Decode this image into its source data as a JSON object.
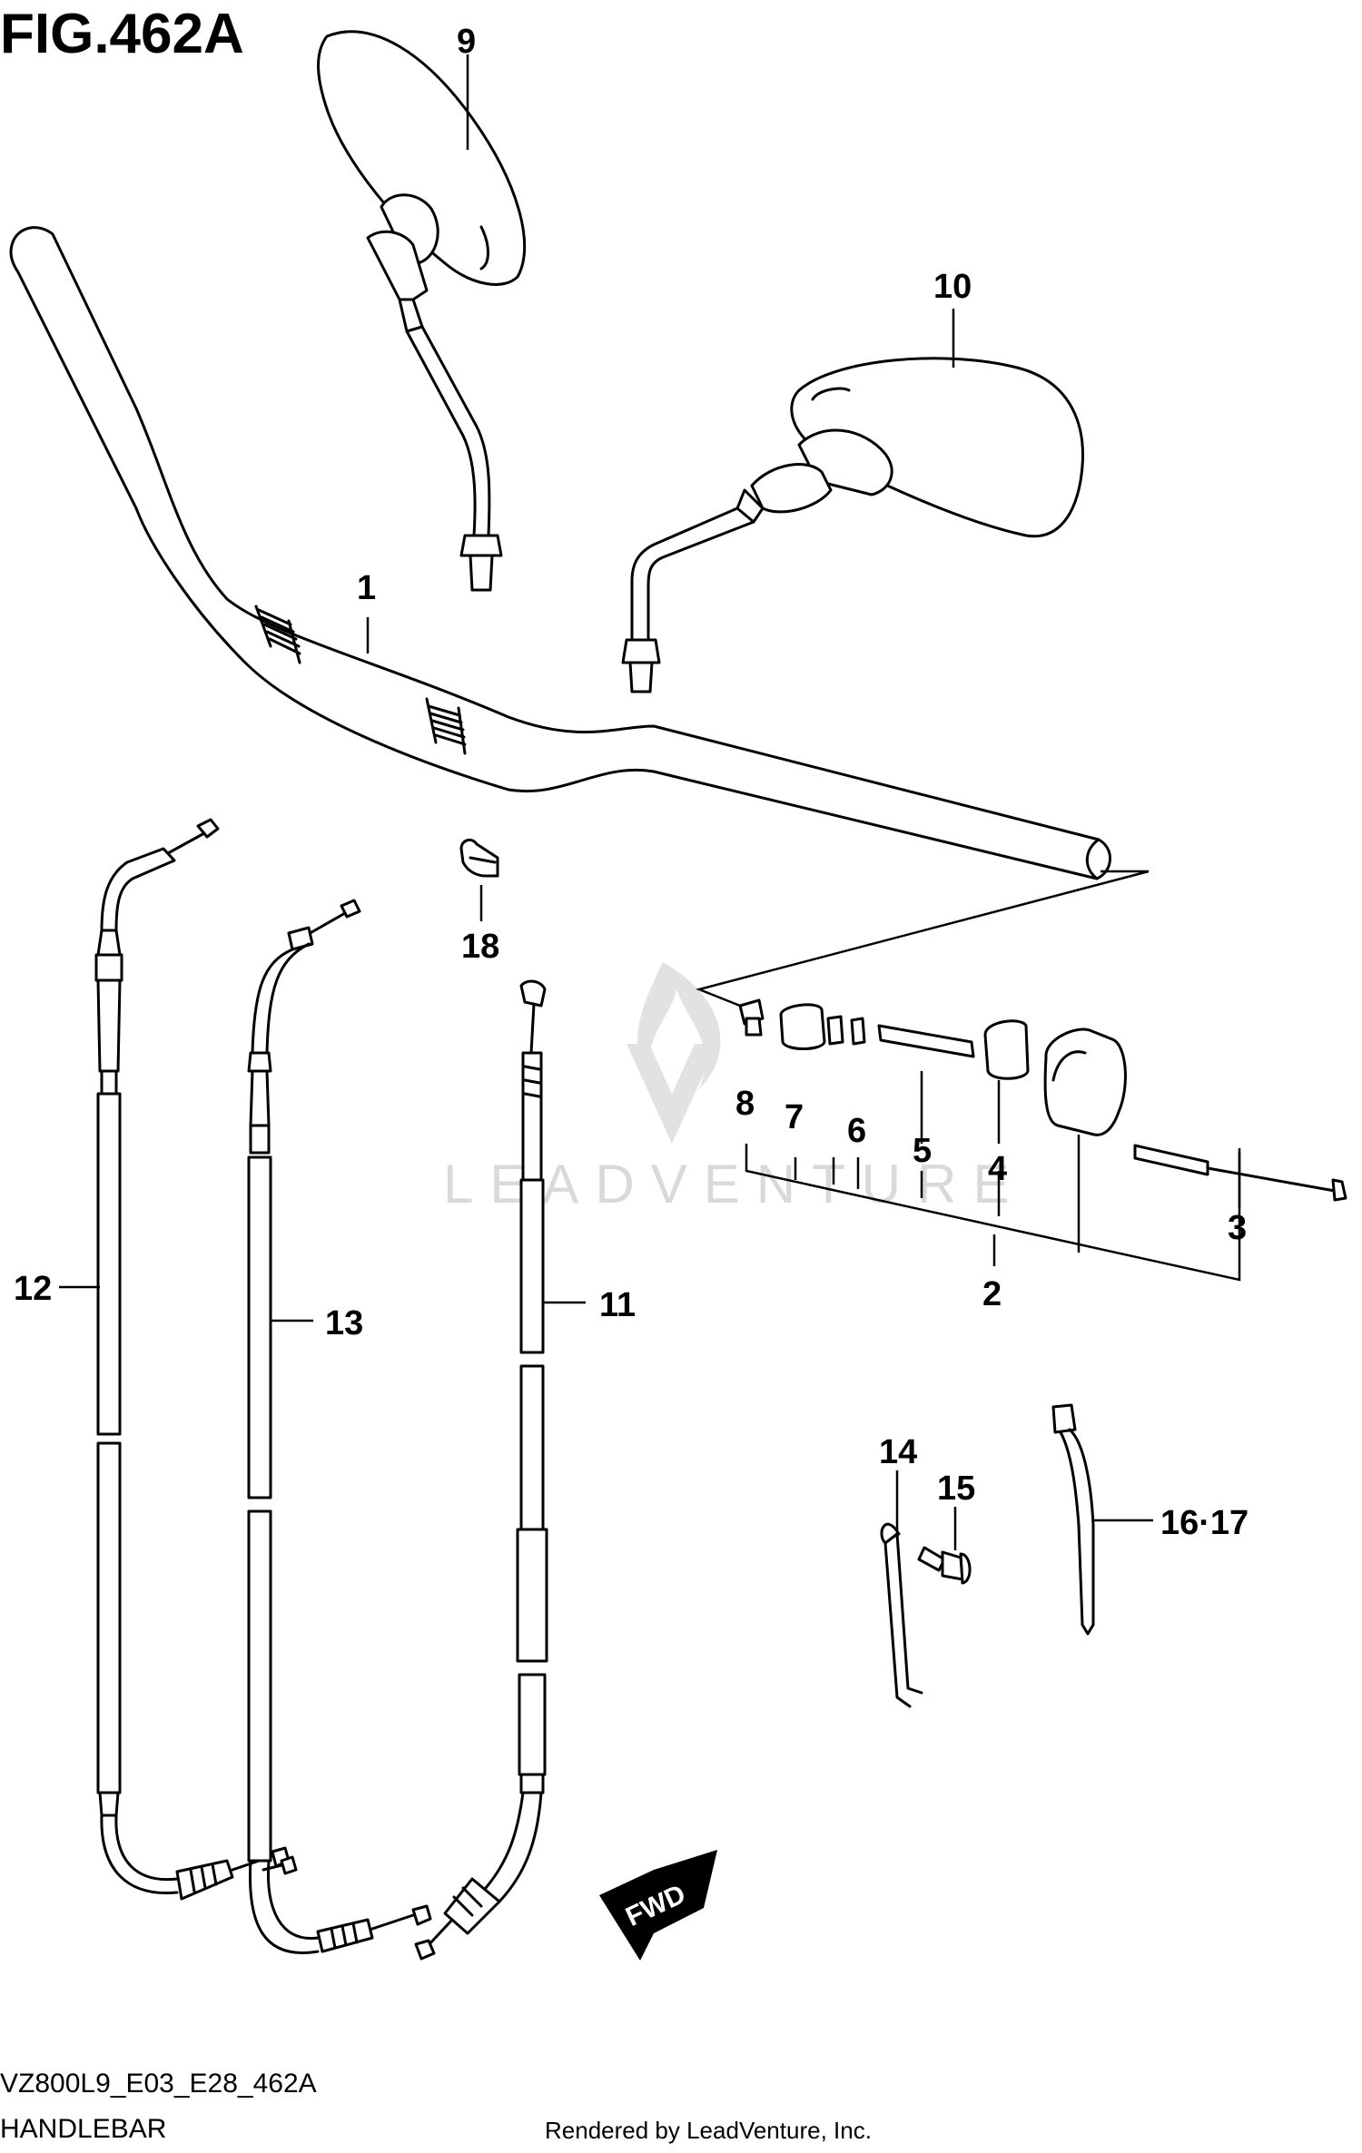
{
  "figure": {
    "title": "FIG.462A",
    "code": "VZ800L9_E03_E28_462A",
    "name": "HANDLEBAR",
    "rendered_by": "Rendered by LeadVenture, Inc.",
    "watermark": "LEADVENTURE",
    "fwd_label": "FWD"
  },
  "callouts": {
    "c1": "1",
    "c2": "2",
    "c3": "3",
    "c4": "4",
    "c5": "5",
    "c6": "6",
    "c7": "7",
    "c8": "8",
    "c9": "9",
    "c10": "10",
    "c11": "11",
    "c12": "12",
    "c13": "13",
    "c14": "14",
    "c15": "15",
    "c16_17": "16·17",
    "c18": "18"
  },
  "colors": {
    "line": "#000000",
    "background": "#ffffff",
    "watermark": "#d9d9d9"
  }
}
